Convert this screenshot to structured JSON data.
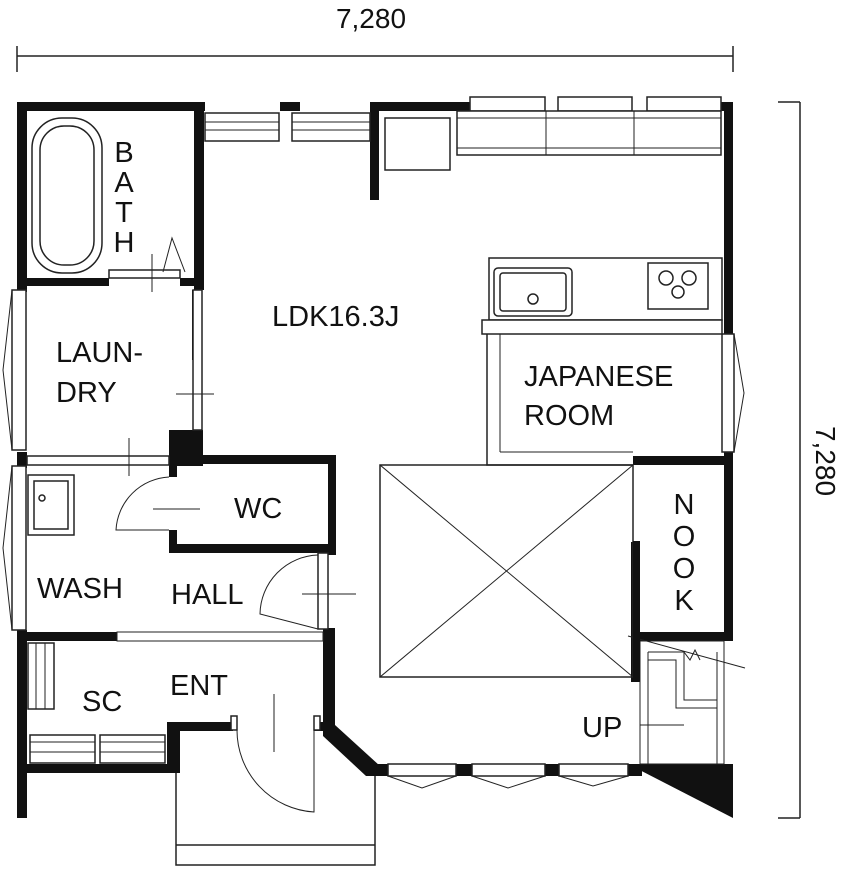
{
  "dimensions": {
    "top": "7,280",
    "right": "7,280"
  },
  "rooms": {
    "bath": [
      "B",
      "A",
      "T",
      "H"
    ],
    "laundry": [
      "LAUN-",
      "DRY"
    ],
    "ldk": "LDK16.3J",
    "japanese_room": [
      "JAPANESE",
      "ROOM"
    ],
    "wc": "WC",
    "nook": [
      "N",
      "O",
      "O",
      "K"
    ],
    "wash": "WASH",
    "hall": "HALL",
    "sc": "SC",
    "ent": "ENT",
    "up": "UP"
  }
}
